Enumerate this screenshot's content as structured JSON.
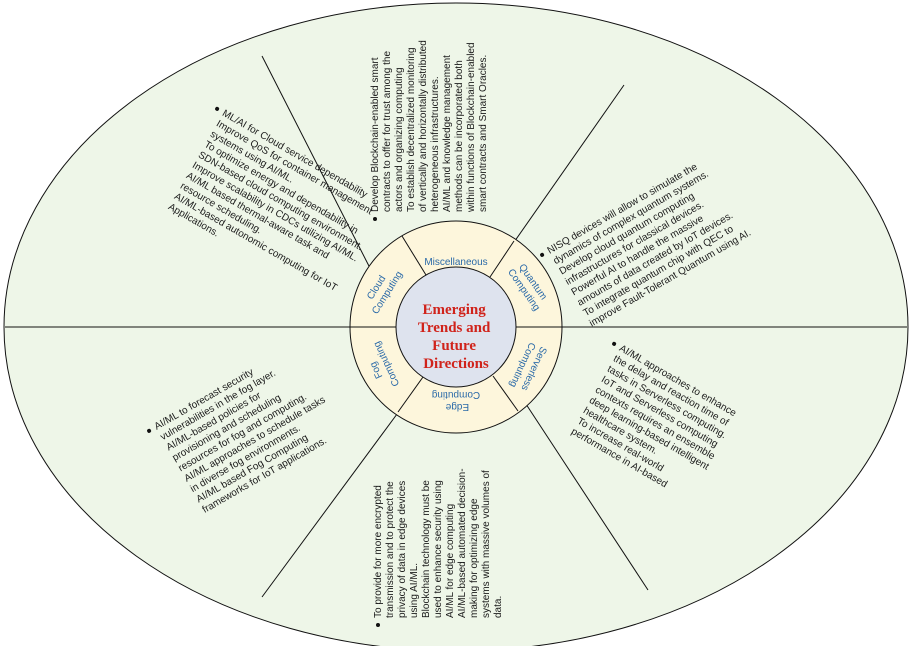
{
  "center": {
    "title_lines": [
      "Emerging",
      "Trends and",
      "Future",
      "Directions"
    ]
  },
  "segments": {
    "miscellaneous": "Miscellaneous",
    "quantum": [
      "Quantum",
      "Computing"
    ],
    "serverless": [
      "Serverless",
      "Computing"
    ],
    "edge": [
      "Edge",
      "Computing"
    ],
    "fog": [
      "Fog",
      "Computing"
    ],
    "cloud": [
      "Cloud",
      "Computing"
    ]
  },
  "sectors": {
    "miscellaneous": [
      [
        "Develop Blockchain-enabled smart",
        "contracts to offer for trust among the",
        "actors and organizing computing",
        "To establish decentralized monitoring",
        "of vertically and horizontally distributed",
        "heterogeneous infrastructures.",
        "AI/ML and knowledge management",
        "methods can be incorporated both",
        "within functions of Blockchain-enabled",
        "smart contracts and Smart Oracles."
      ]
    ],
    "quantum": [
      [
        "NISQ devices will allow to simulate the",
        "dynamics of complex quantum systems.",
        "Develop cloud quantum computing",
        "infrastructures for classical devices.",
        "Powerful AI to handle the massive",
        "amounts of data created by IoT devices.",
        "To integrate quantum chip with QEC to",
        "improve Fault-Tolerant Quantum using AI."
      ]
    ],
    "serverless": [
      [
        "AI/ML approaches to enhance",
        "the delay and reaction time of",
        "tasks in Serverless computing.",
        "IoT and Serverless computing",
        "contexts requires an ensemble",
        "deep learning-based intelligent",
        "healthcare system.",
        "To increase real-world",
        "performance in AI-based"
      ]
    ],
    "edge": [
      [
        "To provide for more encrypted",
        "transmission and to protect the",
        "privacy of data in edge devices",
        "using AI/ML.",
        "Blockchain technology must be",
        "used to enhance security using",
        "AI/ML for edge computing",
        "AI/ML-based automated decision-",
        "making for optimizing edge",
        "systems with massive volumes of",
        "data."
      ]
    ],
    "fog": [
      [
        "AI/ML to forecast security",
        "vulnerabilities in the fog layer.",
        "AI/ML-based policies for",
        "provisioning and scheduling",
        "resources for fog and computing.",
        "AI/ML approaches to schedule tasks",
        "in diverse fog environments.",
        "AI/ML based Fog Computing",
        "frameworks for IoT applications."
      ]
    ],
    "cloud": [
      [
        "ML/AI for Cloud service dependability",
        "Improve QoS for container management",
        "systems using AI/ML.",
        "To optimize energy and dependability in",
        "SDN-based cloud computing environment.",
        "Improve scalability in CDCs utilizing AI/ML.",
        "AI/ML based thermal-aware task and",
        "resource scheduling.",
        "AI/ML-based autonomic computing for IoT",
        "Applications."
      ]
    ]
  },
  "colors": {
    "outer_fill": "#eef6e8",
    "ring_fill": "#fdf6dc",
    "core_fill": "#dee3ee",
    "line": "#111111",
    "title": "#d0231b",
    "segment_label": "#2b6aa8"
  }
}
